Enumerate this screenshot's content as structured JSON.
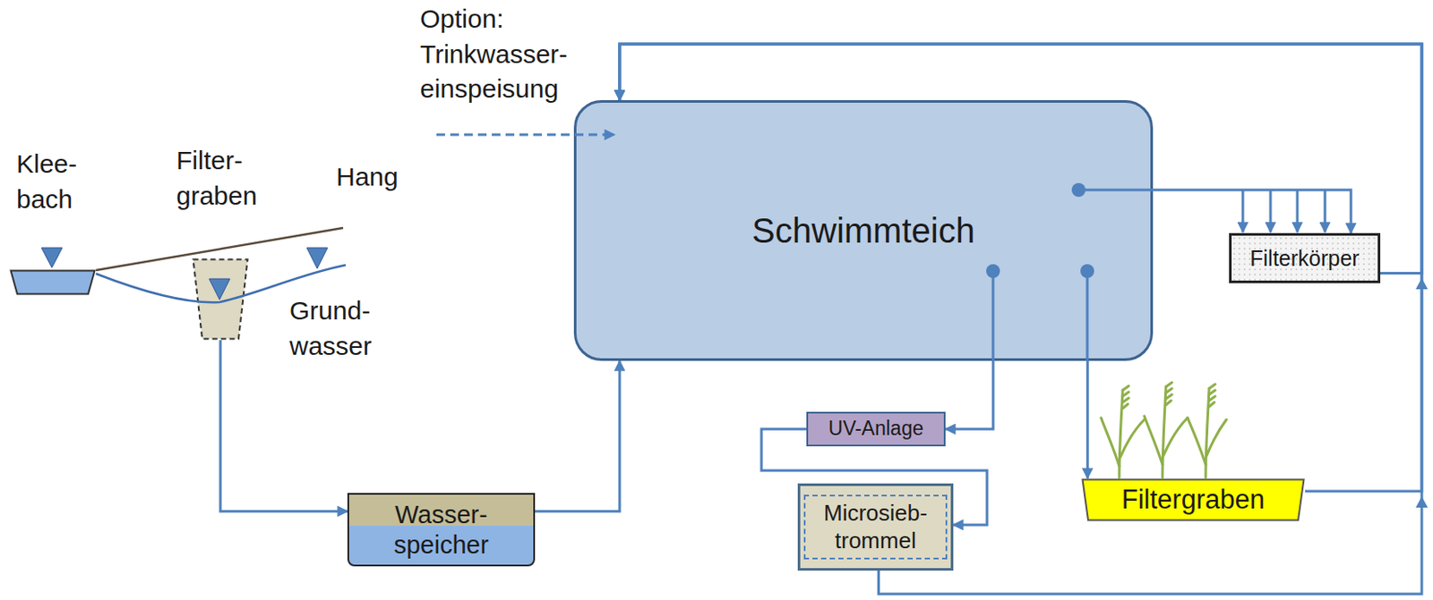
{
  "diagram": {
    "nodes": [
      {
        "text": [
          "Klee- bach"
        ]
      },
      {
        "text": [
          "Filter- graben"
        ]
      },
      {
        "text": [
          "Schwimmteich"
        ]
      },
      {
        "text": [
          "Filterkörper"
        ]
      },
      {
        "text": [
          "UV-Anlage"
        ]
      },
      {
        "text": [
          "Microsieb- trommel"
        ]
      },
      {
        "text": [
          "Filtergraben"
        ]
      },
      {
        "text": [
          "Wasser- speicher"
        ]
      }
    ],
    "edges": [
      {
        "from": 1,
        "to": 7,
        "arrow": "to"
      },
      {
        "from": 7,
        "to": 2,
        "arrow": "to"
      },
      {
        "from": 2,
        "to": 3,
        "arrow": "to"
      },
      {
        "from": 2,
        "to": 4,
        "arrow": "to"
      },
      {
        "from": 2,
        "to": 6,
        "arrow": "to"
      },
      {
        "from": 4,
        "to": 5,
        "arrow": "to"
      },
      {
        "from": 3,
        "to": 2,
        "arrow": "to"
      },
      {
        "from": 6,
        "to": 2,
        "arrow": "to"
      },
      {
        "from": 5,
        "to": 2,
        "arrow": "to"
      }
    ],
    "labels": [
      "Option: Trinkwasser- einspeisung",
      "Hang",
      "Grund- wasser"
    ]
  }
}
